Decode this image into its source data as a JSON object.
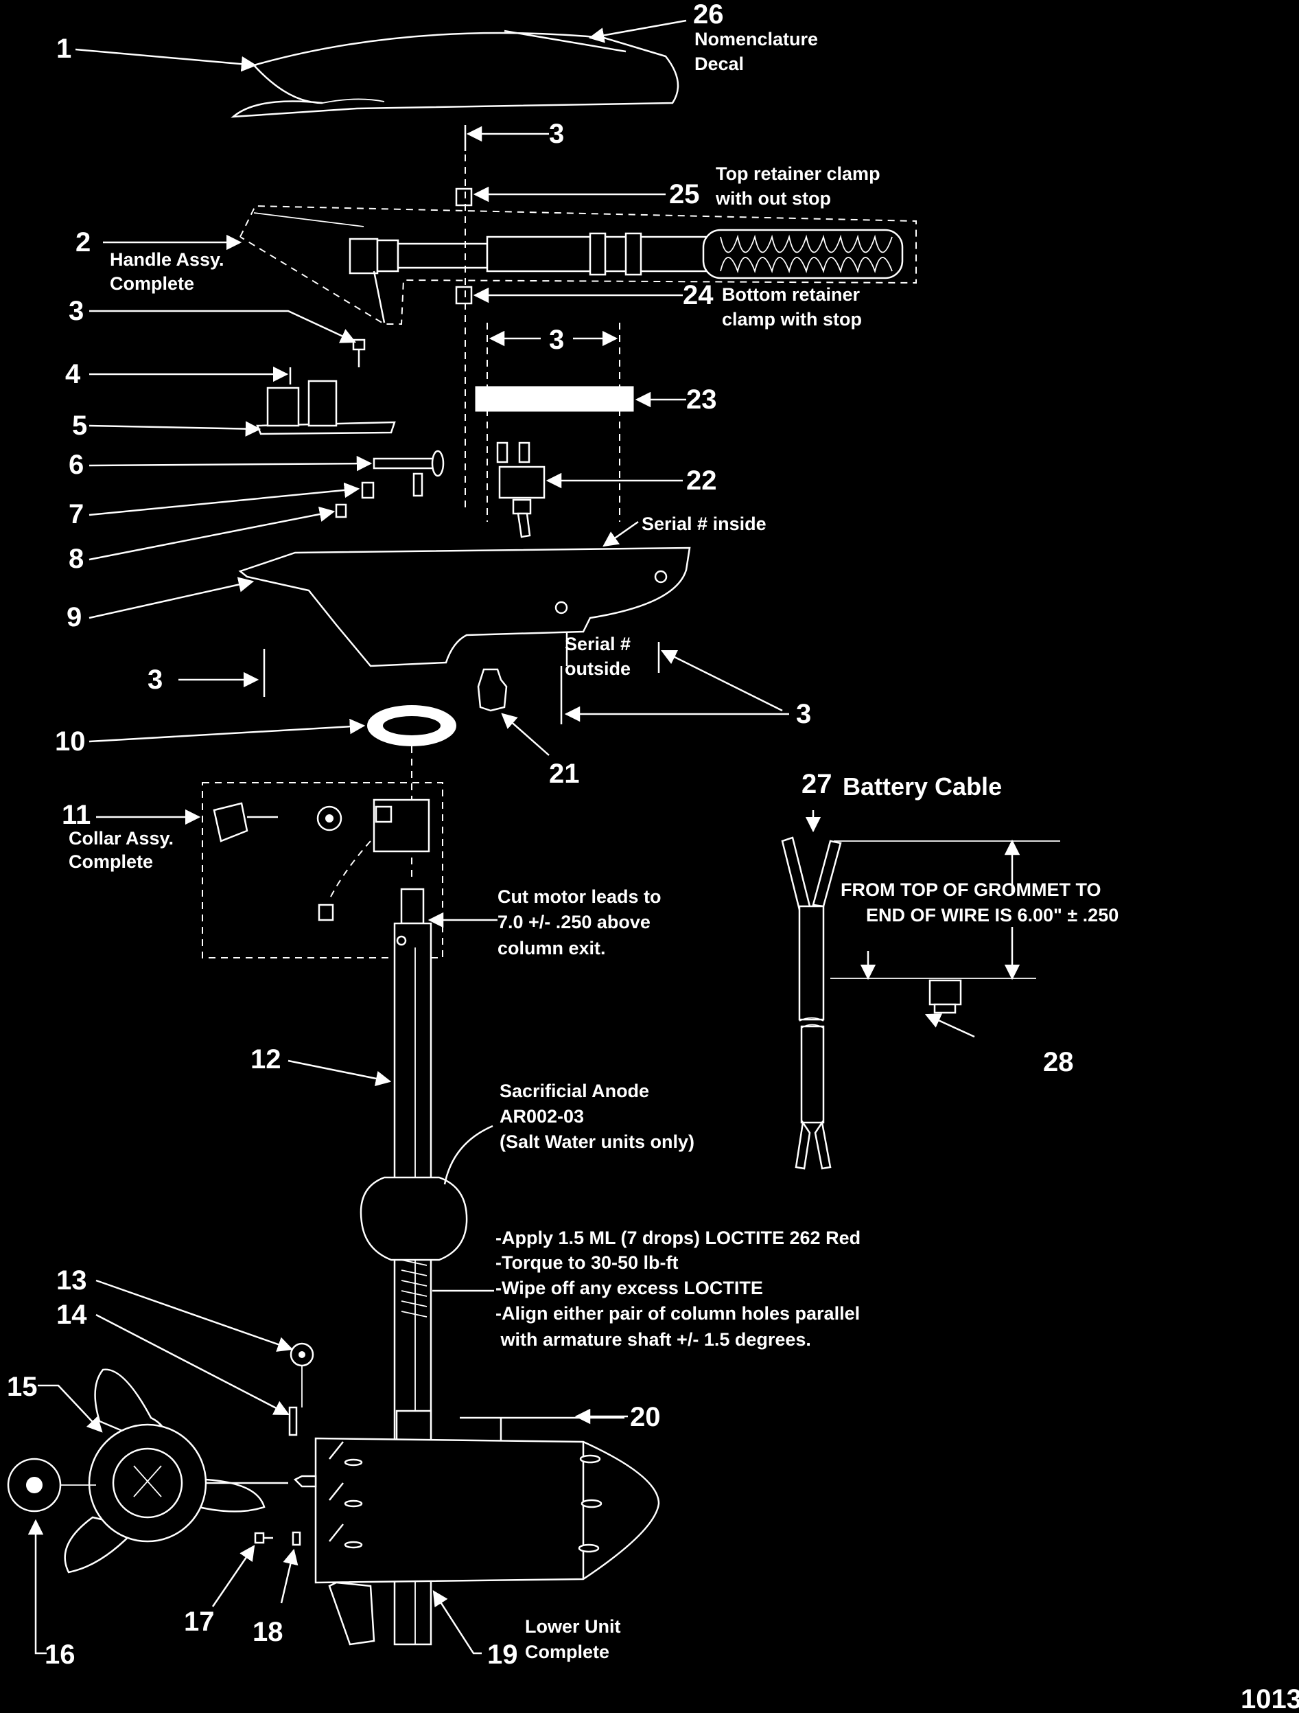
{
  "labels": {
    "n1": "1",
    "n2": "2",
    "n3a": "3",
    "n3b": "3",
    "n3c": "3",
    "n3d": "3",
    "n3e": "3",
    "n4": "4",
    "n5": "5",
    "n6": "6",
    "n7": "7",
    "n8": "8",
    "n9": "9",
    "n10": "10",
    "n11": "11",
    "n12": "12",
    "n13": "13",
    "n14": "14",
    "n15": "15",
    "n16": "16",
    "n17": "17",
    "n18": "18",
    "n19": "19",
    "n20": "20",
    "n21": "21",
    "n22": "22",
    "n23": "23",
    "n24": "24",
    "n25": "25",
    "n26": "26",
    "n27": "27",
    "n28": "28"
  },
  "notes": {
    "decal_1": "Nomenclature",
    "decal_2": "Decal",
    "top_clamp_1": "Top retainer clamp",
    "top_clamp_2": "with out stop",
    "handle_1": "Handle Assy.",
    "handle_2": "Complete",
    "bottom_clamp_1": "Bottom retainer",
    "bottom_clamp_2": "clamp with stop",
    "serial_inside": "Serial # inside",
    "serial_outside_1": "Serial #",
    "serial_outside_2": "outside",
    "battery_cable": "Battery Cable",
    "collar_1": "Collar Assy.",
    "collar_2": "Complete",
    "cut_1": "Cut motor leads to",
    "cut_2": "7.0 +/- .250 above",
    "cut_3": "column exit.",
    "grommet_1": "FROM TOP OF GROMMET TO",
    "grommet_2": "END OF WIRE IS 6.00\" ± .250",
    "anode_1": "Sacrificial Anode",
    "anode_2": "AR002-03",
    "anode_3": "(Salt Water units only)",
    "loctite_1": "-Apply 1.5 ML (7 drops) LOCTITE 262 Red",
    "loctite_2": "-Torque to 30-50 lb-ft",
    "loctite_3": "-Wipe off any excess LOCTITE",
    "loctite_4": "-Align either pair of column holes parallel",
    "loctite_5": " with armature shaft +/- 1.5 degrees.",
    "lower_1": "Lower Unit",
    "lower_2": "Complete",
    "page_code": "1013"
  }
}
